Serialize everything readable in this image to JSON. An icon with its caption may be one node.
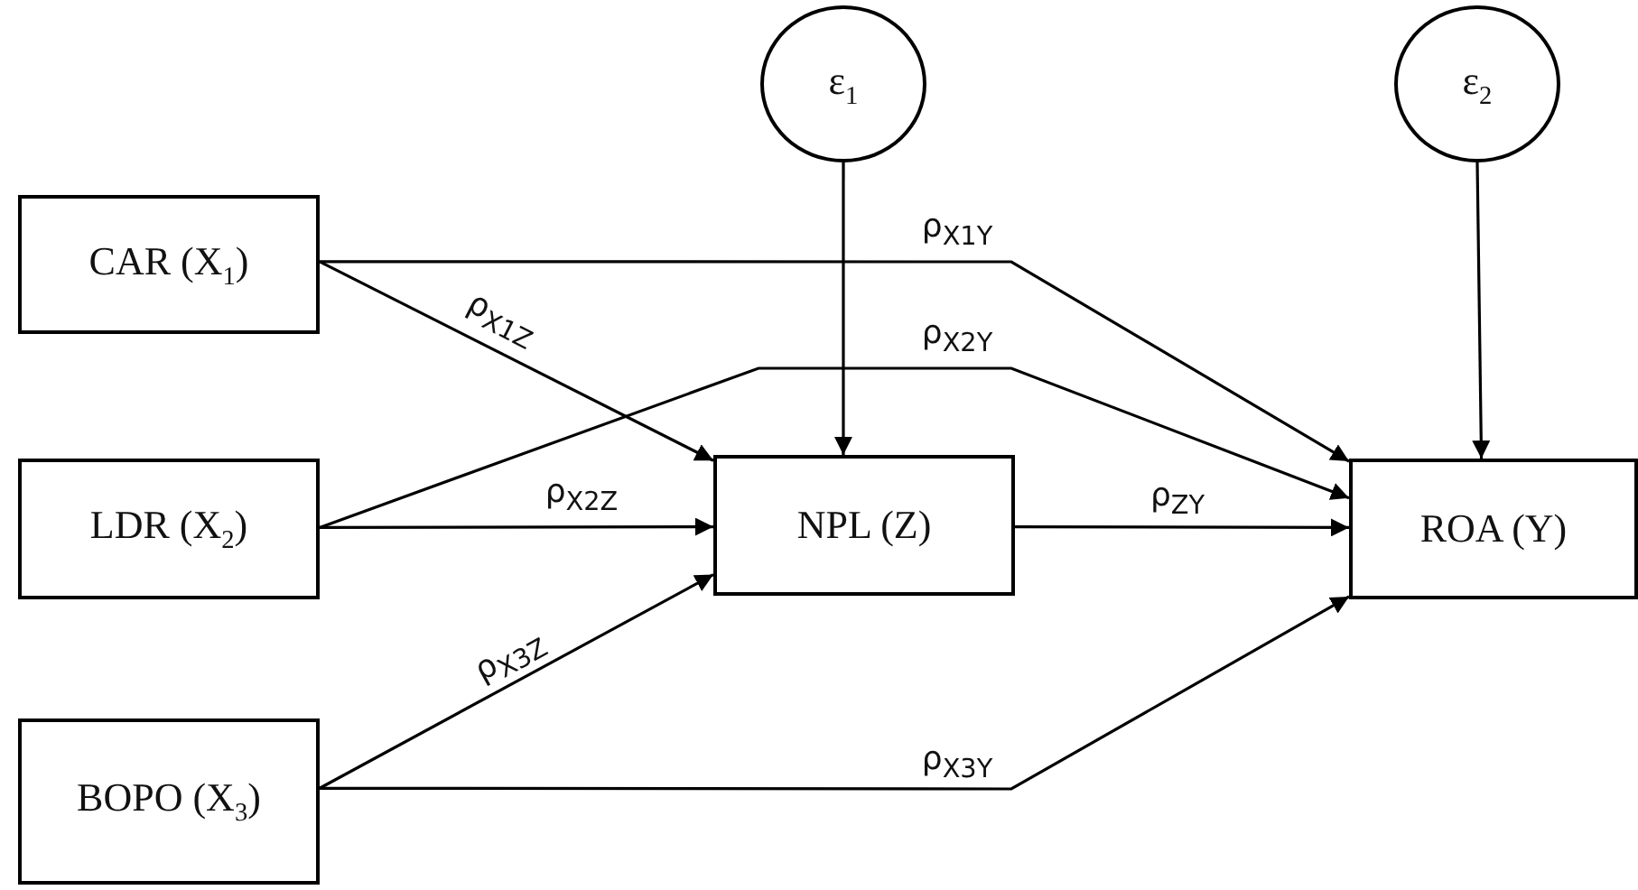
{
  "diagram": {
    "nodes": [
      {
        "text": [
          "ε$_{1}$"
        ]
      },
      {
        "text": [
          "ε$_{2}$"
        ]
      },
      {
        "text": [
          "CAR (X$_{1}$)"
        ]
      },
      {
        "text": [
          "LDR (X$_{2}$)"
        ]
      },
      {
        "text": [
          "NPL (Z)"
        ]
      },
      {
        "text": [
          "ROA (Y)"
        ]
      },
      {
        "text": [
          "BOPO (X$_{3}$)"
        ]
      }
    ],
    "edges": [
      {
        "from": 0,
        "to": 4,
        "arrow": "to"
      },
      {
        "from": 1,
        "to": 5,
        "arrow": "to"
      },
      {
        "from": 2,
        "to": 4,
        "arrow": "to",
        "label": "ρ$_{X1Z}$"
      },
      {
        "from": 2,
        "to": 5,
        "arrow": "to",
        "label": "ρ$_{X1Y}$"
      },
      {
        "from": 3,
        "to": 4,
        "arrow": "to",
        "label": "ρ$_{X2Z}$"
      },
      {
        "from": 3,
        "to": 5,
        "arrow": "to",
        "label": "ρ$_{X2Y}$"
      },
      {
        "from": 6,
        "to": 4,
        "arrow": "to",
        "label": "ρ$_{X3Z}$"
      },
      {
        "from": 6,
        "to": 5,
        "arrow": "to",
        "label": "ρ$_{X3Y}$"
      },
      {
        "from": 4,
        "to": 5,
        "arrow": "to",
        "label": "ρ$_{ZY}$"
      }
    ]
  }
}
